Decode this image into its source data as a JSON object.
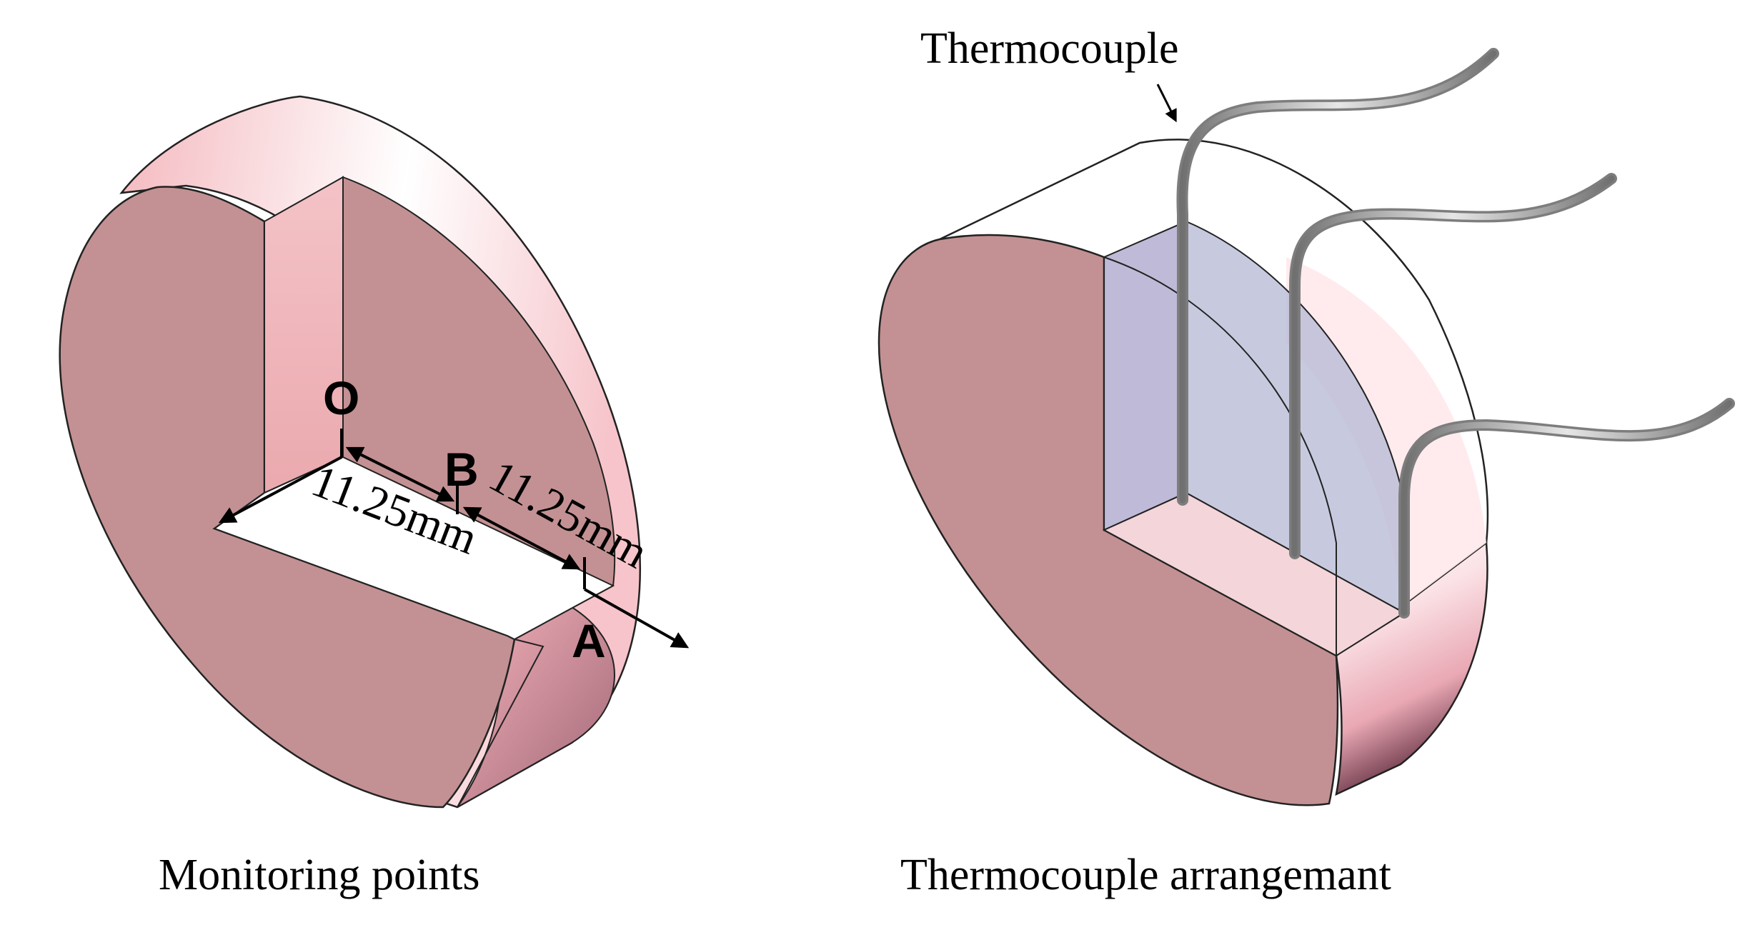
{
  "left_panel": {
    "caption": "Monitoring points",
    "points": {
      "o": "O",
      "b": "B",
      "a": "A"
    },
    "dimensions": {
      "ob": "11.25mm",
      "ba": "11.25mm"
    }
  },
  "right_panel": {
    "caption": "Thermocouple arrangemant",
    "callout": "Thermocouple"
  },
  "colors": {
    "face": "#c39193",
    "rim_light": "#f7c9ce",
    "rim_dark": "#5e2b3d",
    "cut_face": "#f2bcc0",
    "glass": "#b4b8d4",
    "wire": "#9a9a9a"
  }
}
